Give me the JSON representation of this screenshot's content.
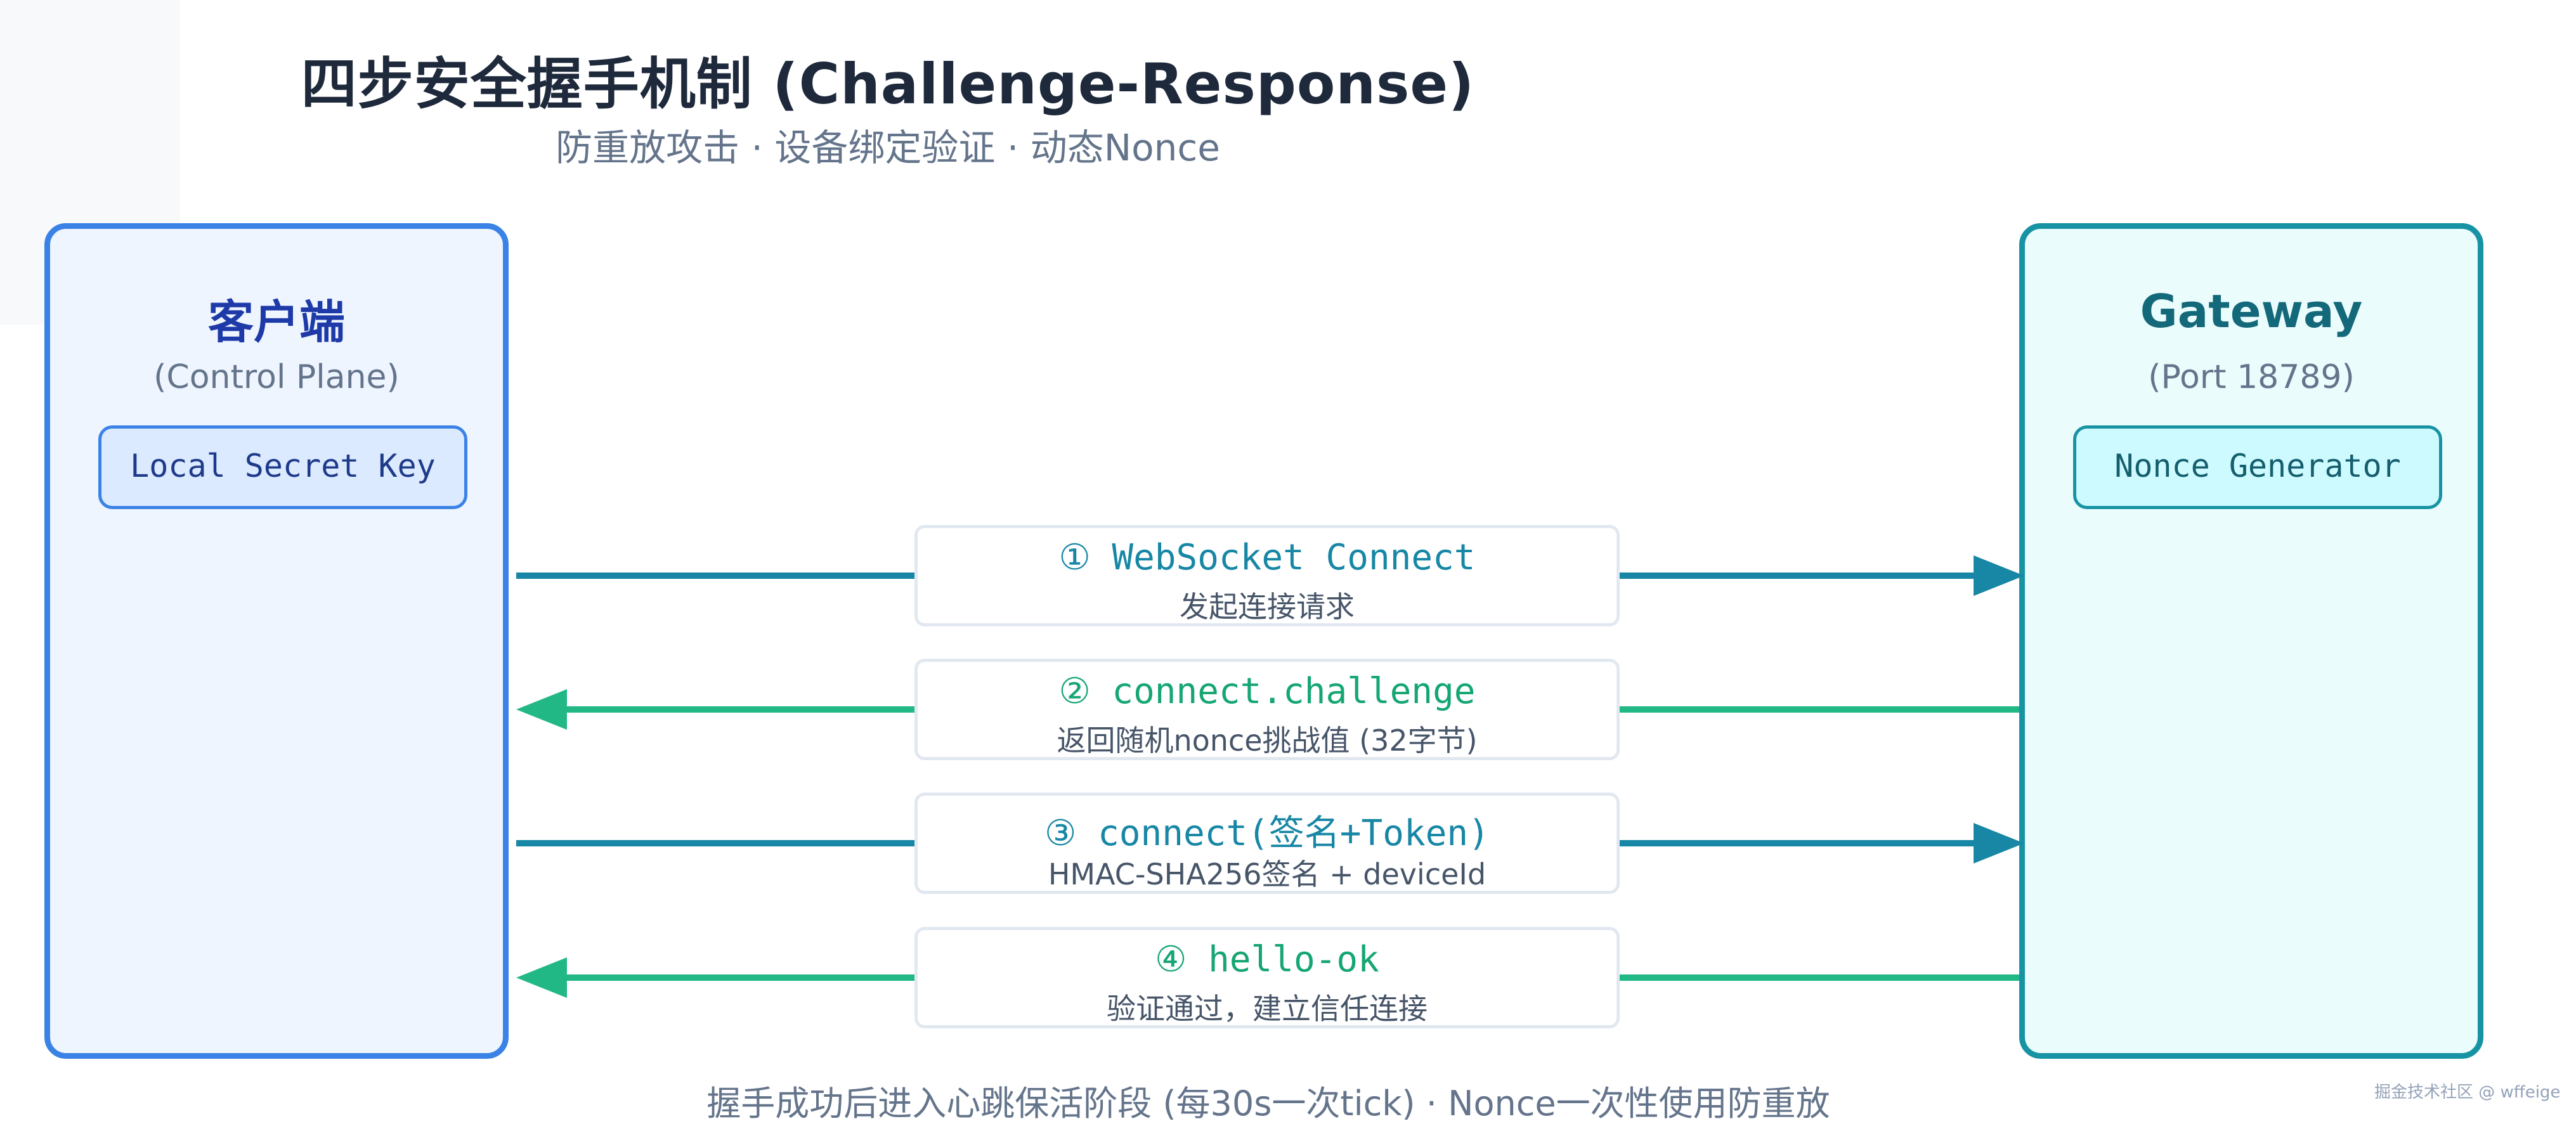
{
  "title": "四步安全握手机制 (Challenge-Response)",
  "subtitle": "防重放攻击 · 设备绑定验证 · 动态Nonce",
  "client": {
    "title": "客户端",
    "subtitle": "(Control Plane)",
    "chip": "Local Secret Key"
  },
  "gateway": {
    "title": "Gateway",
    "subtitle": "(Port 18789)",
    "chip": "Nonce Generator"
  },
  "steps": [
    {
      "label": "① WebSocket Connect",
      "desc": "发起连接请求",
      "direction": "client-to-gateway"
    },
    {
      "label": "② connect.challenge",
      "desc": "返回随机nonce挑战值 (32字节)",
      "direction": "gateway-to-client"
    },
    {
      "label": "③ connect(签名+Token)",
      "desc": "HMAC-SHA256签名 + deviceId",
      "direction": "client-to-gateway"
    },
    {
      "label": "④ hello-ok",
      "desc": "验证通过，建立信任连接",
      "direction": "gateway-to-client"
    }
  ],
  "footer": "握手成功后进入心跳保活阶段 (每30s一次tick) · Nonce一次性使用防重放",
  "watermark": "掘金技术社区 @ wffeige",
  "colors": {
    "client_border": "#3b82e6",
    "gateway_border": "#1793a4",
    "outgoing_arrow": "#1787a5",
    "incoming_arrow": "#22b886"
  }
}
